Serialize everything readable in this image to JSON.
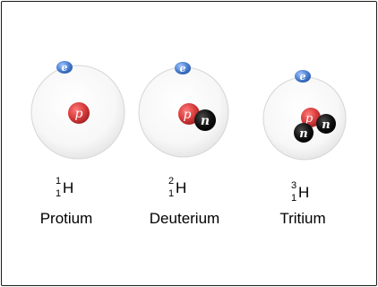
{
  "isotopes": [
    {
      "symbol": "H",
      "mass_number": "1",
      "atomic_number": "1",
      "name": "Protium",
      "electron_label": "e",
      "nucleus": [
        {
          "type": "proton",
          "label": "p"
        }
      ]
    },
    {
      "symbol": "H",
      "mass_number": "2",
      "atomic_number": "1",
      "name": "Deuterium",
      "electron_label": "e",
      "nucleus": [
        {
          "type": "proton",
          "label": "p"
        },
        {
          "type": "neutron",
          "label": "n"
        }
      ]
    },
    {
      "symbol": "H",
      "mass_number": "3",
      "atomic_number": "1",
      "name": "Tritium",
      "electron_label": "e",
      "nucleus": [
        {
          "type": "proton",
          "label": "p"
        },
        {
          "type": "neutron",
          "label": "n"
        },
        {
          "type": "neutron",
          "label": "n"
        }
      ]
    }
  ],
  "colors": {
    "electron": "#4a7fd0",
    "proton": "#d83a3a",
    "neutron": "#111111",
    "orbit_edge": "#d0d0d0",
    "particle_text": "#ffffff"
  }
}
